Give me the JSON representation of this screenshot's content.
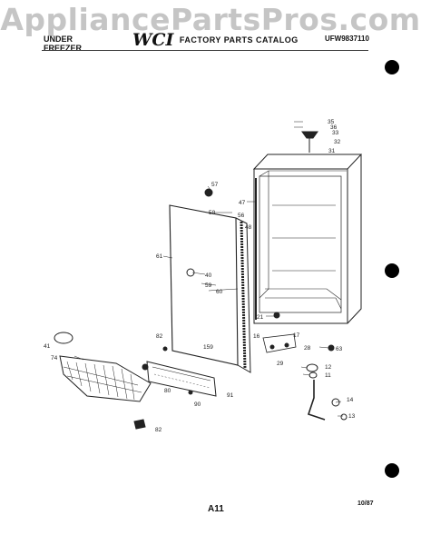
{
  "watermark": "AppliancePartsPros.com",
  "header": {
    "product_line1": "UNDER",
    "product_line2": "FREEZER",
    "brand": "WCI",
    "catalog_title": "FACTORY PARTS CATALOG",
    "model": "UFW9837110"
  },
  "callouts": {
    "c35": "35",
    "c36": "36",
    "c33": "33",
    "c32": "32",
    "c31": "31",
    "c57": "57",
    "c47": "47",
    "c58": "58",
    "c56": "56",
    "c48": "48",
    "c61": "61",
    "c40": "40",
    "c59a": "59",
    "c60": "60",
    "c21": "21",
    "c82a": "82",
    "c17": "17",
    "c16": "16",
    "c28": "28",
    "c63": "63",
    "c159": "159",
    "c29": "29",
    "c12": "12",
    "c11": "11",
    "c41": "41",
    "c74": "74",
    "c80": "80",
    "c90": "90",
    "c91": "91",
    "c14": "14",
    "c13": "13",
    "c82b": "82"
  },
  "footer": {
    "page_number": "A11",
    "date": "10/87"
  }
}
